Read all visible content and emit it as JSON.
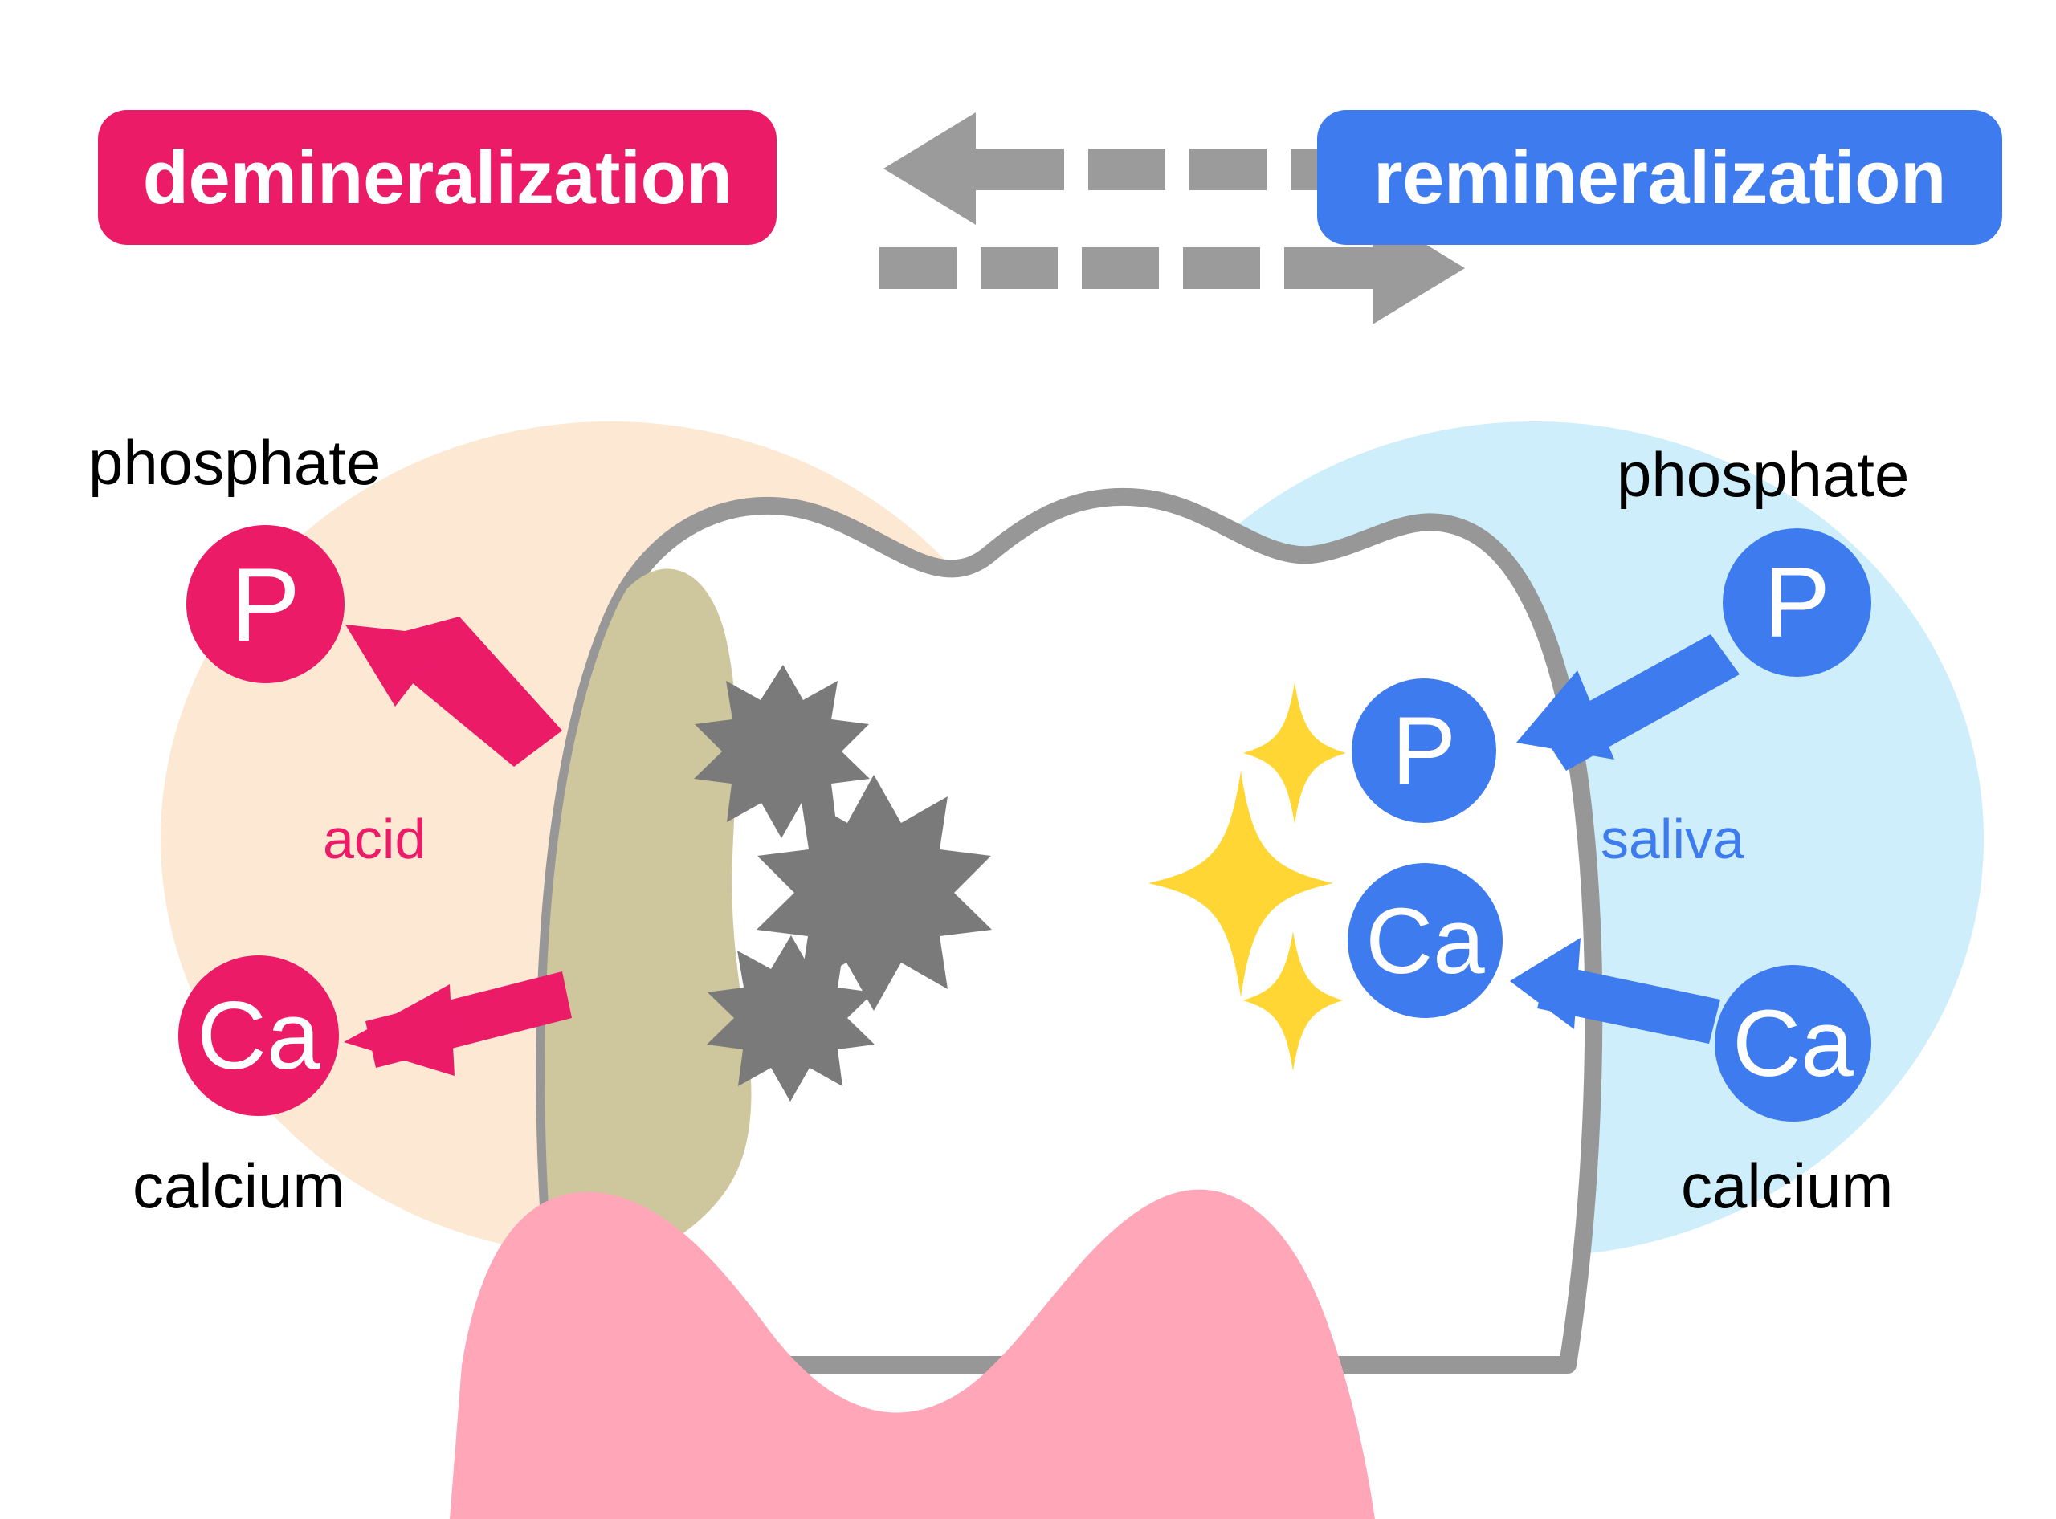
{
  "diagram": {
    "title_context": "tooth demineralization and remineralization cycle",
    "background_color": "#FFFFFF"
  },
  "badges": {
    "demineralization": {
      "label": "demineralization",
      "color": "#EC1B68",
      "text_color": "#FFFFFF"
    },
    "remineralization": {
      "label": "remineralization",
      "color": "#3D7BEE",
      "text_color": "#FFFFFF"
    }
  },
  "cycle_arrows": {
    "color": "#9B9B9B",
    "top": {
      "direction": "left",
      "name": "demineralization-direction-arrow"
    },
    "bottom": {
      "direction": "right",
      "name": "remineralization-direction-arrow"
    }
  },
  "left_side": {
    "region_label": "acid",
    "region_color": "#FCE8D3",
    "accent_color": "#EC1B68",
    "top_label": "phosphate",
    "bottom_label": "calcium",
    "ion_phosphate": "P",
    "ion_calcium": "Ca",
    "arrow_direction": "out-of-tooth-left"
  },
  "right_side": {
    "region_label": "saliva",
    "region_color": "#CDEEFA",
    "accent_color": "#3D7BEE",
    "top_label": "phosphate",
    "bottom_label": "calcium",
    "ion_phosphate": "P",
    "ion_calcium": "Ca",
    "arrow_direction": "into-tooth-left"
  },
  "tooth": {
    "enamel_color": "#FFFFFF",
    "outline_color": "#979797",
    "decay_color": "#CEC69C",
    "gum_color": "#FFA7B8",
    "ions_inside": {
      "phosphate": "P",
      "calcium": "Ca",
      "color": "#3D7BEE"
    },
    "decay_bursts": {
      "count": 3,
      "color": "#7A7A7A",
      "name": "bacteria-burst-icon"
    },
    "sparkles": {
      "count": 3,
      "color": "#FFD633",
      "name": "sparkle-icon"
    }
  }
}
